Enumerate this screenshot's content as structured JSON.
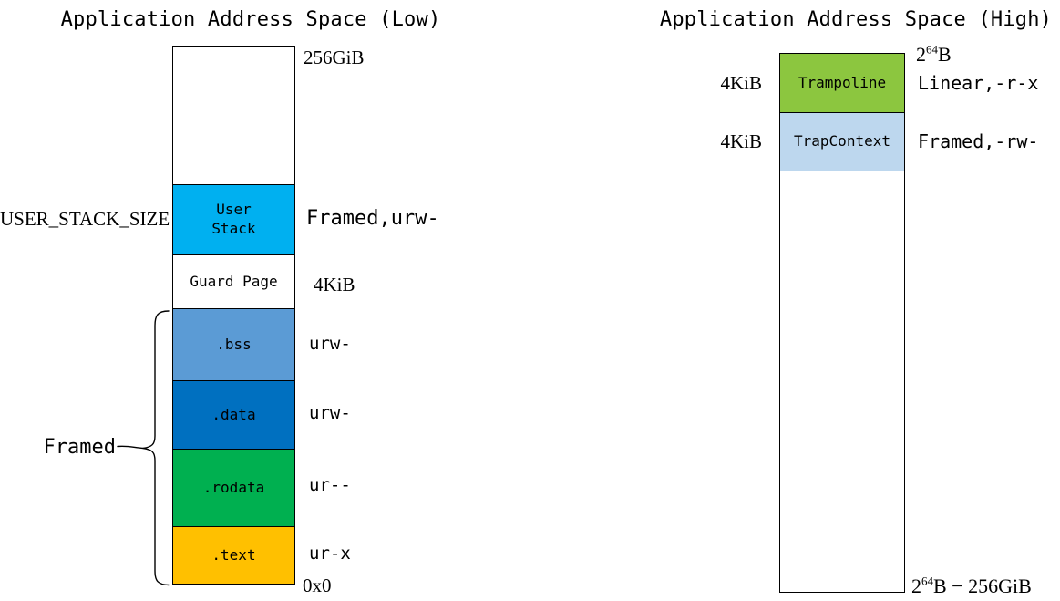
{
  "left_diagram": {
    "title": "Application Address Space (Low)",
    "top_address": "256GiB",
    "bottom_address": "0x0",
    "stack_size_annotation": "USER_STACK_SIZE",
    "framed_annotation": "Framed",
    "blocks": {
      "user_stack": {
        "label": "User\nStack",
        "perm": "Framed,urw-",
        "color": "#00B0F0"
      },
      "guard_page": {
        "label": "Guard Page",
        "size": "4KiB",
        "color": "#FFFFFF"
      },
      "bss": {
        "label": ".bss",
        "perm": "urw-",
        "color": "#5B9BD5"
      },
      "data": {
        "label": ".data",
        "perm": "urw-",
        "color": "#0070C0"
      },
      "rodata": {
        "label": ".rodata",
        "perm": "ur--",
        "color": "#00B050"
      },
      "text": {
        "label": ".text",
        "perm": "ur-x",
        "color": "#FFC000"
      }
    }
  },
  "right_diagram": {
    "title": "Application Address Space (High)",
    "top_address": {
      "base": "2",
      "sup": "64",
      "rest": "B"
    },
    "bottom_address": {
      "base": "2",
      "sup": "64",
      "rest": "B − 256GiB"
    },
    "blocks": {
      "trampoline": {
        "label": "Trampoline",
        "size": "4KiB",
        "perm": "Linear,-r-x",
        "color": "#8CC63F"
      },
      "trap_context": {
        "label": "TrapContext",
        "size": "4KiB",
        "perm": "Framed,-rw-",
        "color": "#BDD7EE"
      }
    }
  }
}
